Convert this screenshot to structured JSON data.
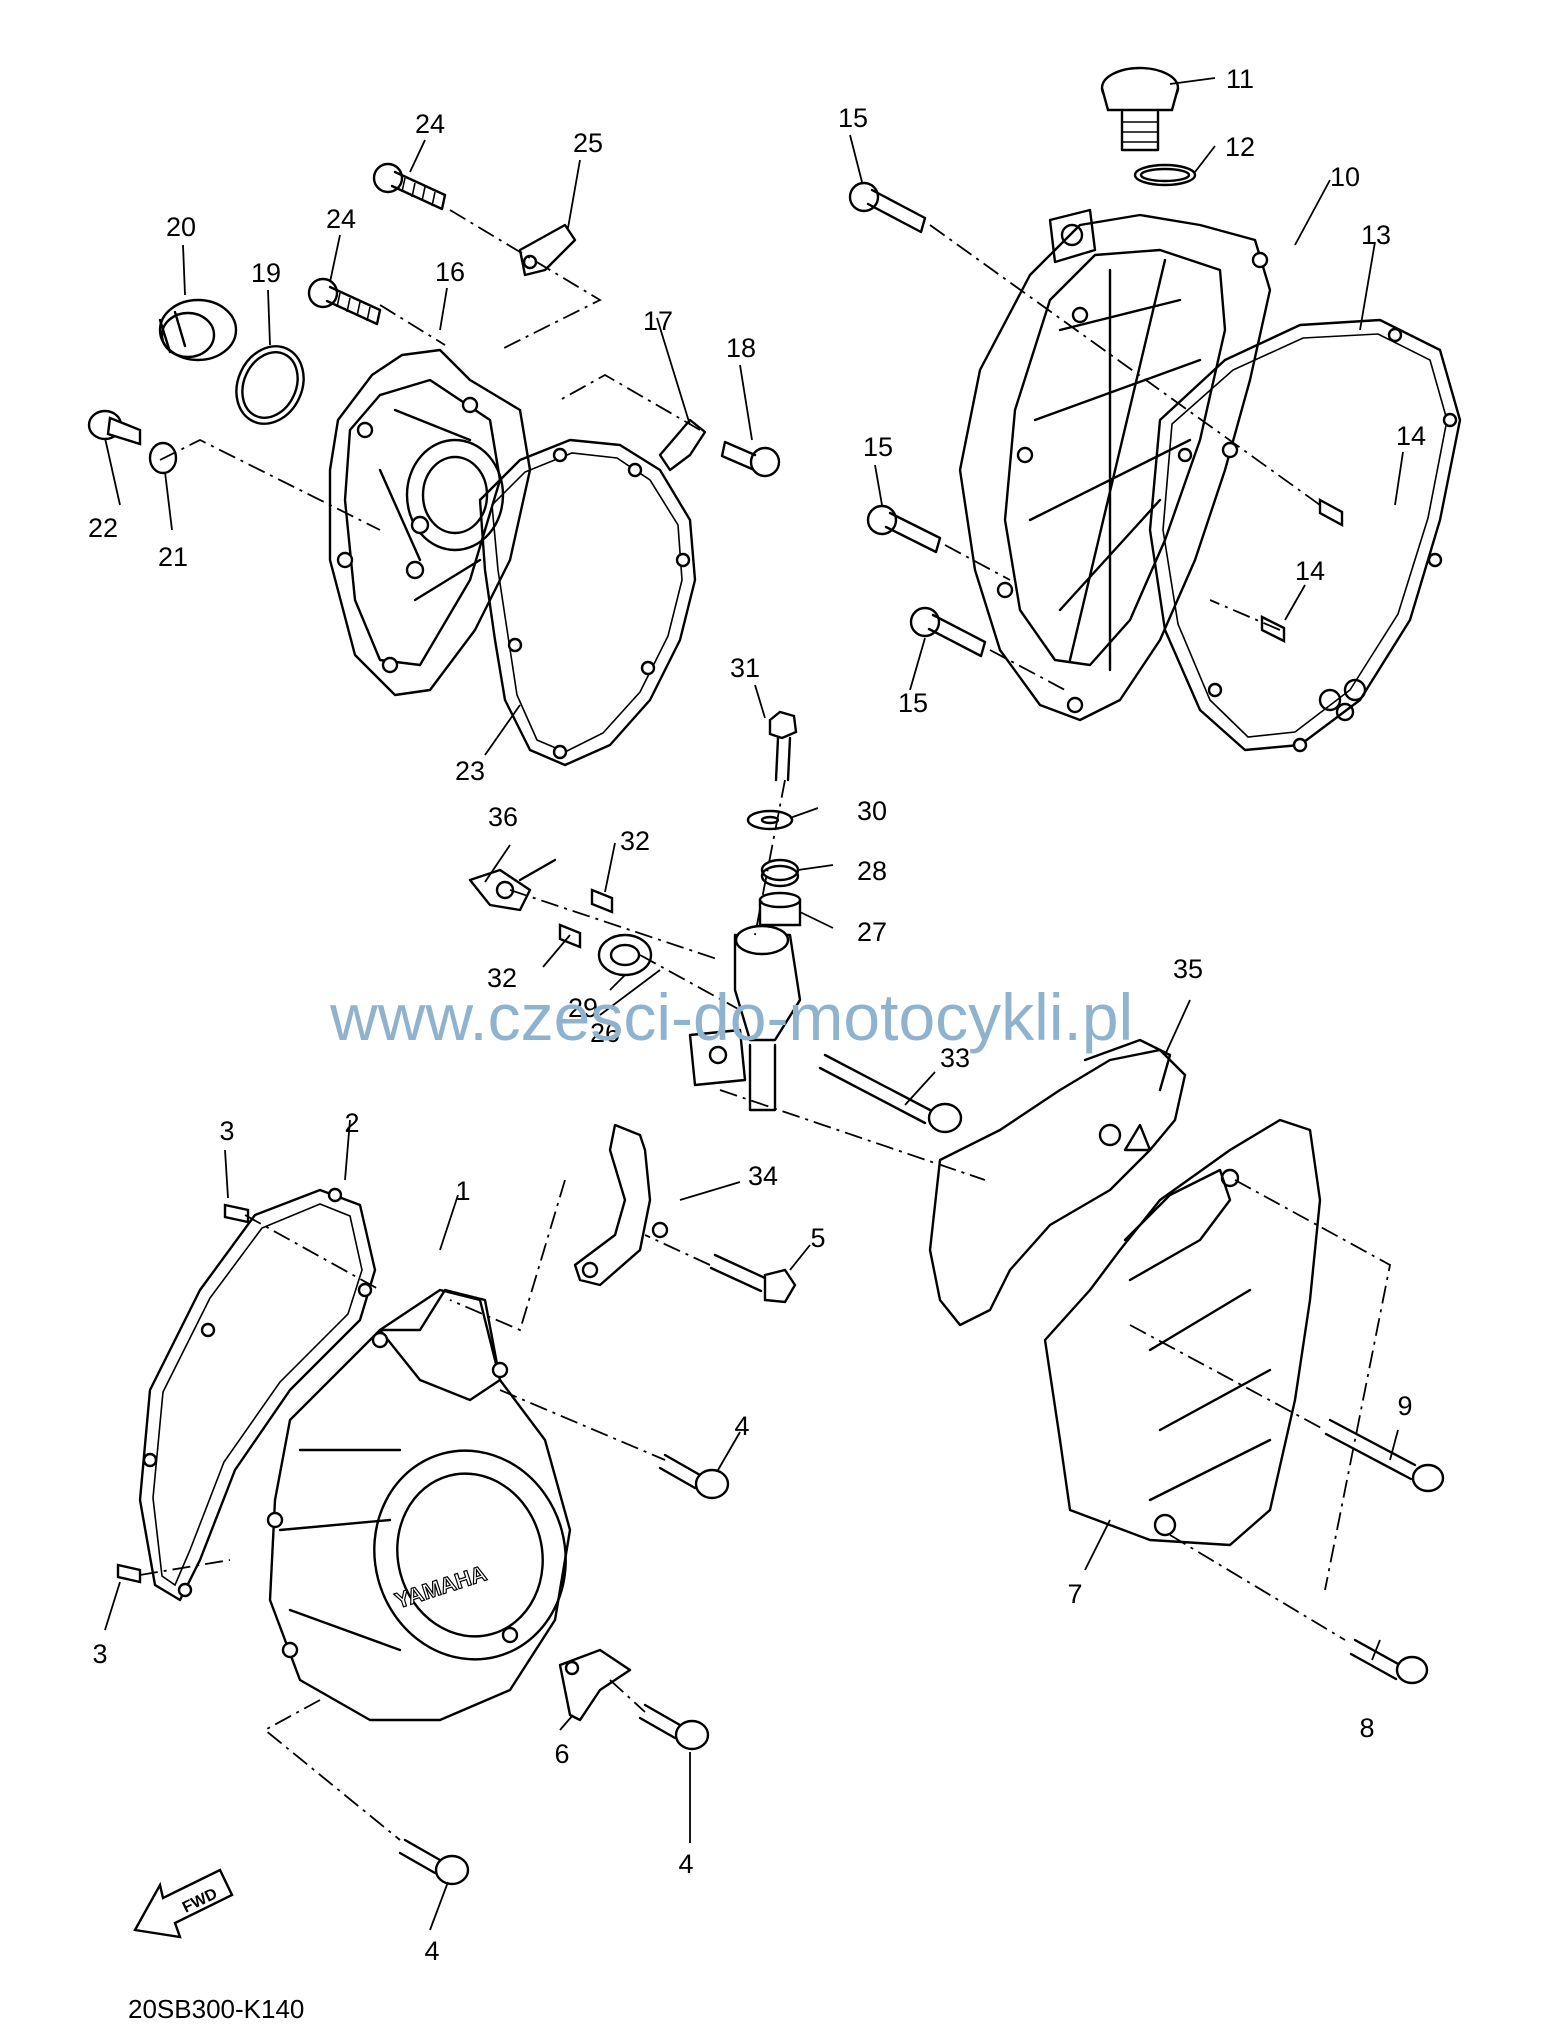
{
  "diagram_code": "20SB300-K140",
  "watermark": "www.czesci-do-motocykli.pl",
  "brand_text": "YAMAHA",
  "fwd_label": "FWD",
  "callouts": [
    {
      "id": "c1",
      "text": "1"
    },
    {
      "id": "c2",
      "text": "2"
    },
    {
      "id": "c3a",
      "text": "3"
    },
    {
      "id": "c3b",
      "text": "3"
    },
    {
      "id": "c4a",
      "text": "4"
    },
    {
      "id": "c4b",
      "text": "4"
    },
    {
      "id": "c4c",
      "text": "4"
    },
    {
      "id": "c5",
      "text": "5"
    },
    {
      "id": "c6",
      "text": "6"
    },
    {
      "id": "c7",
      "text": "7"
    },
    {
      "id": "c8",
      "text": "8"
    },
    {
      "id": "c9",
      "text": "9"
    },
    {
      "id": "c10",
      "text": "10"
    },
    {
      "id": "c11",
      "text": "11"
    },
    {
      "id": "c12",
      "text": "12"
    },
    {
      "id": "c13",
      "text": "13"
    },
    {
      "id": "c14a",
      "text": "14"
    },
    {
      "id": "c14b",
      "text": "14"
    },
    {
      "id": "c15a",
      "text": "15"
    },
    {
      "id": "c15b",
      "text": "15"
    },
    {
      "id": "c15c",
      "text": "15"
    },
    {
      "id": "c16",
      "text": "16"
    },
    {
      "id": "c17",
      "text": "17"
    },
    {
      "id": "c18",
      "text": "18"
    },
    {
      "id": "c19",
      "text": "19"
    },
    {
      "id": "c20",
      "text": "20"
    },
    {
      "id": "c21",
      "text": "21"
    },
    {
      "id": "c22",
      "text": "22"
    },
    {
      "id": "c23",
      "text": "23"
    },
    {
      "id": "c24a",
      "text": "24"
    },
    {
      "id": "c24b",
      "text": "24"
    },
    {
      "id": "c25",
      "text": "25"
    },
    {
      "id": "c26",
      "text": "26"
    },
    {
      "id": "c27",
      "text": "27"
    },
    {
      "id": "c28",
      "text": "28"
    },
    {
      "id": "c29",
      "text": "29"
    },
    {
      "id": "c30",
      "text": "30"
    },
    {
      "id": "c31",
      "text": "31"
    },
    {
      "id": "c32a",
      "text": "32"
    },
    {
      "id": "c32b",
      "text": "32"
    },
    {
      "id": "c33",
      "text": "33"
    },
    {
      "id": "c34",
      "text": "34"
    },
    {
      "id": "c35",
      "text": "35"
    },
    {
      "id": "c36",
      "text": "36"
    }
  ]
}
